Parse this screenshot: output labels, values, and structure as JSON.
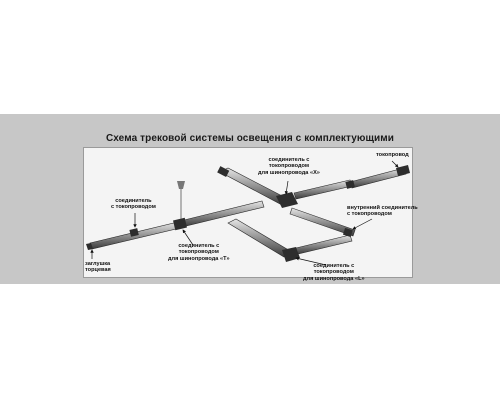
{
  "title": "Схема трековой системы освещения с комплектующими",
  "labels": {
    "x_connector": [
      "соединитель с",
      "токопроводом",
      "для шинопровода «X»"
    ],
    "current_feed": [
      "токопровод"
    ],
    "straight_connector": [
      "соединитель",
      "с токопроводом"
    ],
    "inner_connector": [
      "внутренний соединитель",
      "с токопроводом"
    ],
    "t_connector": [
      "соединитель с",
      "токопроводом",
      "для шинопровода «T»"
    ],
    "end_cap": [
      "заглушка",
      "торцевая"
    ],
    "l_connector": [
      "соединитель с",
      "токопроводом",
      "для шинопровода «L»"
    ]
  },
  "colors": {
    "band": "#c7c7c7",
    "panel": "#f4f4f4",
    "rail_dark": "#3a3a3a",
    "rail_mid": "#8a8a8a",
    "rail_light": "#d0d0d0",
    "arrow": "#111111"
  }
}
